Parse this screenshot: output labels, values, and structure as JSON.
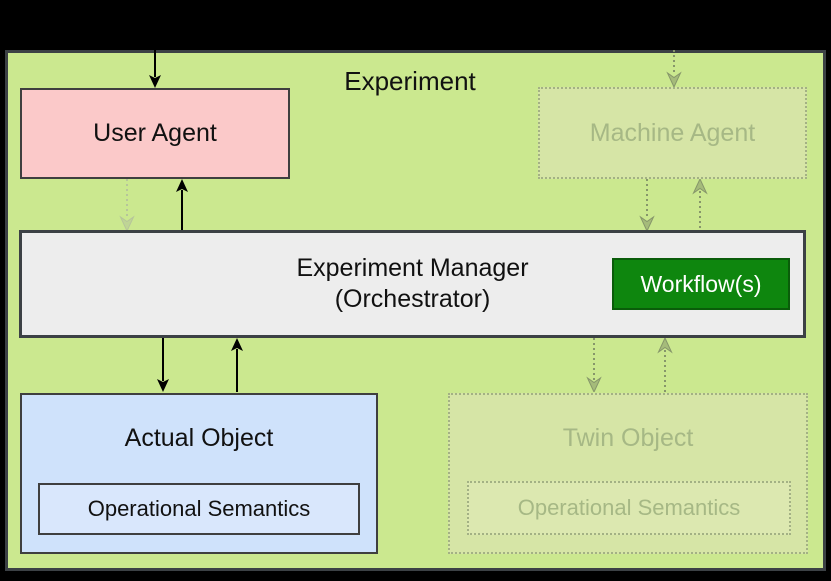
{
  "diagram": {
    "title": "Experiment",
    "user_agent": {
      "label": "User Agent"
    },
    "machine_agent": {
      "label": "Machine Agent"
    },
    "manager": {
      "title": "Experiment Manager",
      "subtitle": "(Orchestrator)",
      "workflow_label": "Workflow(s)"
    },
    "actual_object": {
      "label": "Actual Object",
      "semantics_label": "Operational Semantics"
    },
    "twin_object": {
      "label": "Twin Object",
      "semantics_label": "Operational Semantics"
    }
  },
  "colors": {
    "canvas": "#000000",
    "experiment-bg": "#cbe88f",
    "experiment-border": "#3c4145",
    "box-border": "#3f3f3f",
    "user-agent-bg": "#fbc9c9",
    "manager-bg": "#ededed",
    "workflow-bg": "#0e860e",
    "workflow-border": "#0a5c0a",
    "workflow-text": "#ffffff",
    "actual-bg": "#cfe2fb",
    "actual-inner-bg": "#d9e7fc",
    "faded-bg": "#d6e5a6",
    "faded-inner-bg": "#dce8b0",
    "faded-border": "#a3b184",
    "faded-text": "#a6b885",
    "arrow-solid": "#000000",
    "arrow-dotted": "#86966a",
    "arrow-dotted-faded": "#b6c59a",
    "text": "#111111"
  }
}
